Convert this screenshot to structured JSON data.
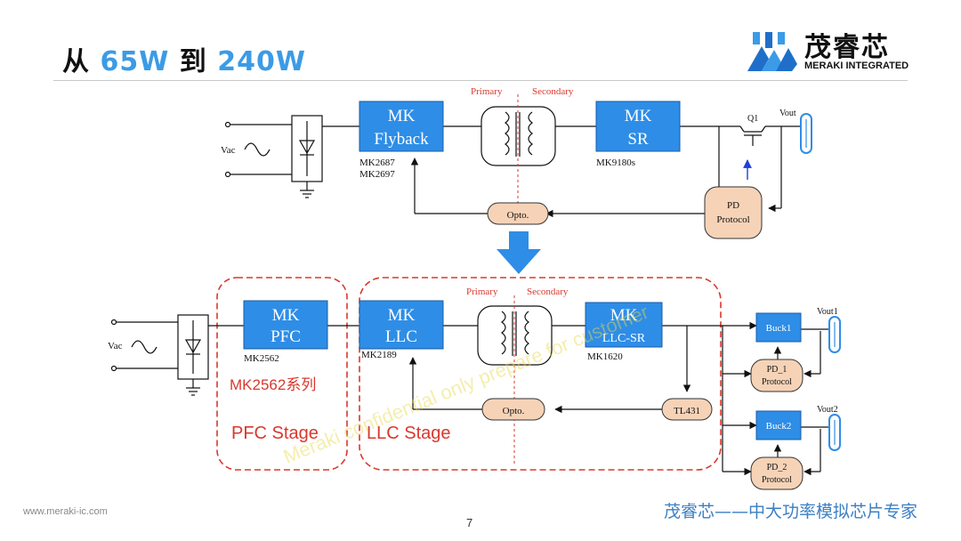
{
  "title": {
    "prefix": "从",
    "from": "65W",
    "mid": "到",
    "to": "240W"
  },
  "logo": {
    "name_cn": "茂睿芯",
    "name_en": "MERAKI INTEGRATED"
  },
  "footer": {
    "url": "www.meraki-ic.com",
    "page": "7",
    "slogan": "茂睿芯——中大功率模拟芯片专家"
  },
  "watermark": "Meraki confidential only prepare for customer",
  "colors": {
    "blue_box": "#2e8de6",
    "orange_box": "#f6d3b7",
    "red_dash": "#d9382e",
    "title_accent": "#3b9be6"
  },
  "top": {
    "vac": "Vac",
    "primary": "Primary",
    "secondary": "Secondary",
    "flyback": {
      "line1": "MK",
      "line2": "Flyback",
      "part1": "MK2687",
      "part2": "MK2697"
    },
    "sr": {
      "line1": "MK",
      "line2": "SR",
      "part": "MK9180s"
    },
    "q1": "Q1",
    "vout": "Vout",
    "pd": {
      "line1": "PD",
      "line2": "Protocol"
    },
    "opto": "Opto."
  },
  "bottom": {
    "vac": "Vac",
    "primary": "Primary",
    "secondary": "Secondary",
    "pfc": {
      "line1": "MK",
      "line2": "PFC",
      "part": "MK2562"
    },
    "llc": {
      "line1": "MK",
      "line2": "LLC",
      "part": "MK2189"
    },
    "llcsr": {
      "line1": "MK",
      "line2": "LLC-SR",
      "part": "MK1620"
    },
    "series_label": "MK2562系列",
    "pfc_stage": "PFC Stage",
    "llc_stage": "LLC Stage",
    "opto": "Opto.",
    "tl431": "TL431",
    "buck1": "Buck1",
    "buck2": "Buck2",
    "pd1": {
      "line1": "PD_1",
      "line2": "Protocol"
    },
    "pd2": {
      "line1": "PD_2",
      "line2": "Protocol"
    },
    "vout1": "Vout1",
    "vout2": "Vout2"
  }
}
